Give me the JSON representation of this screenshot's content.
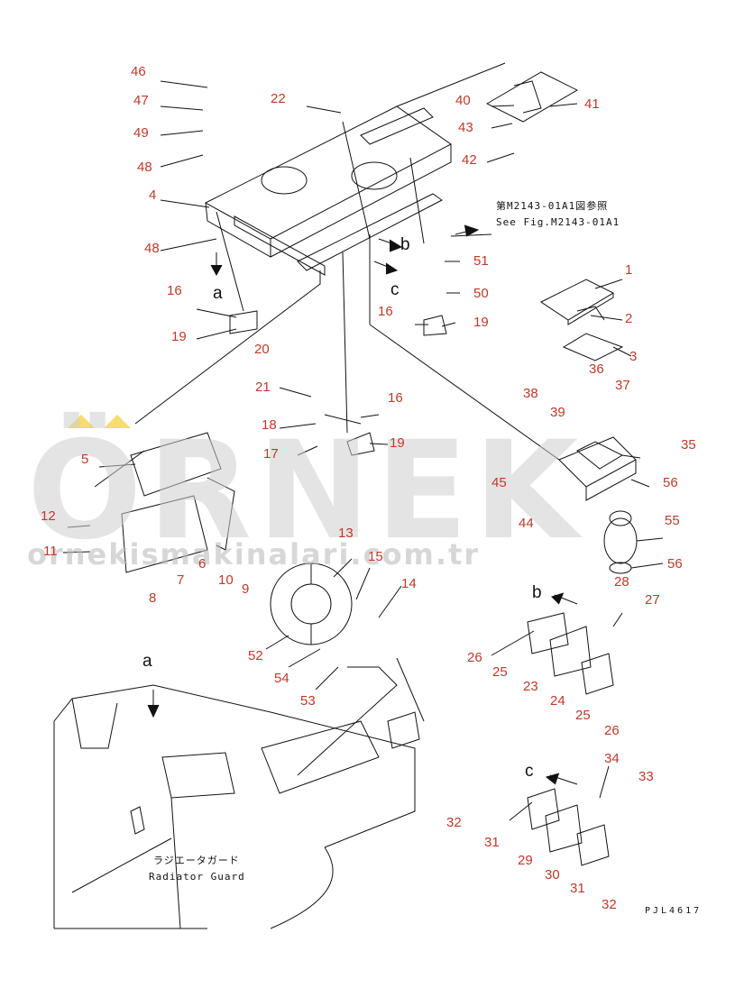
{
  "watermark": {
    "text": "ÖRNEK",
    "subtext": "ornekismakinalari.com.tr"
  },
  "drawing_code": "PJL4617",
  "see_fig": {
    "jp": "第M2143-01A1図参照",
    "en": "See Fig.M2143-01A1"
  },
  "radiator_guard": {
    "jp": "ラジエータガード",
    "en": "Radiator Guard"
  },
  "view_letters": [
    "a",
    "b",
    "c",
    "a",
    "b",
    "c"
  ],
  "part_labels": [
    "46",
    "47",
    "49",
    "48",
    "4",
    "48",
    "16",
    "19",
    "22",
    "40",
    "41",
    "43",
    "42",
    "51",
    "50",
    "16",
    "19",
    "1",
    "2",
    "3",
    "36",
    "37",
    "38",
    "39",
    "35",
    "45",
    "56",
    "55",
    "56",
    "28",
    "44",
    "20",
    "21",
    "16",
    "18",
    "17",
    "19",
    "5",
    "12",
    "11",
    "6",
    "7",
    "8",
    "10",
    "9",
    "13",
    "15",
    "14",
    "52",
    "54",
    "53",
    "27",
    "26",
    "25",
    "23",
    "24",
    "25",
    "26",
    "34",
    "33",
    "32",
    "31",
    "29",
    "30",
    "31",
    "32"
  ],
  "colors": {
    "label": "#c0392b",
    "line": "#111111",
    "watermark": "#cfcfcf",
    "accent": "#f1c40f"
  }
}
